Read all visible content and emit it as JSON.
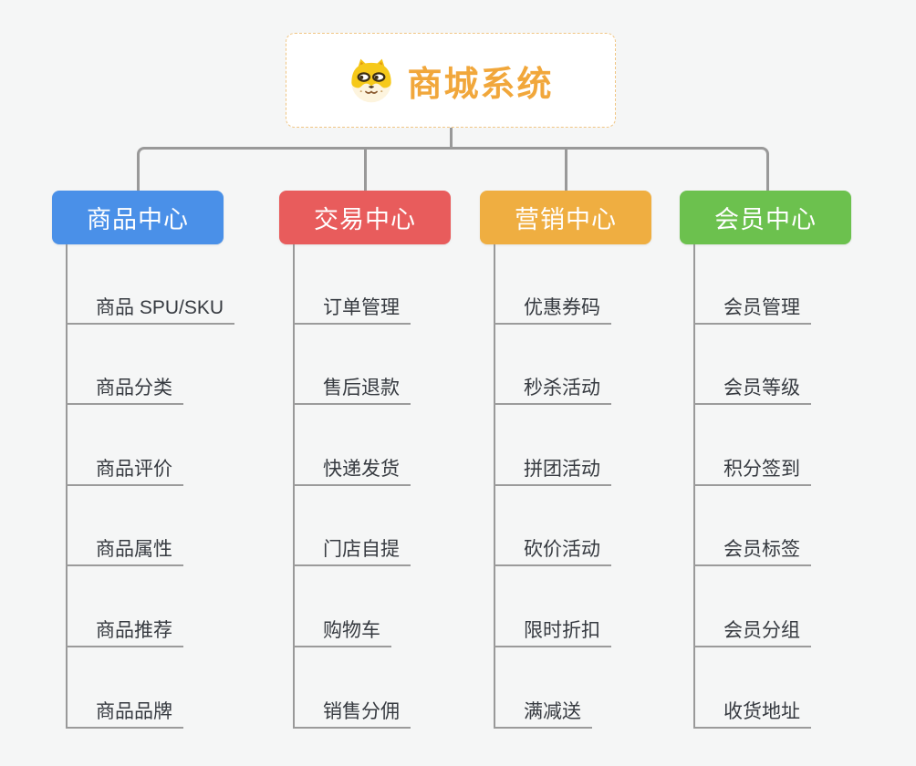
{
  "root": {
    "title": "商城系统",
    "icon": "dog-mascot-icon",
    "border_color": "#f0c684",
    "text_color": "#f1a73b"
  },
  "connector_color": "#999999",
  "branches": [
    {
      "id": "product-center",
      "label": "商品中心",
      "color": "#4a90e8",
      "items": [
        "商品 SPU/SKU",
        "商品分类",
        "商品评价",
        "商品属性",
        "商品推荐",
        "商品品牌"
      ]
    },
    {
      "id": "trade-center",
      "label": "交易中心",
      "color": "#e85c5c",
      "items": [
        "订单管理",
        "售后退款",
        "快递发货",
        "门店自提",
        "购物车",
        "销售分佣"
      ]
    },
    {
      "id": "marketing-center",
      "label": "营销中心",
      "color": "#efae41",
      "items": [
        "优惠券码",
        "秒杀活动",
        "拼团活动",
        "砍价活动",
        "限时折扣",
        "满减送"
      ]
    },
    {
      "id": "member-center",
      "label": "会员中心",
      "color": "#6cc14e",
      "items": [
        "会员管理",
        "会员等级",
        "积分签到",
        "会员标签",
        "会员分组",
        "收货地址"
      ]
    }
  ]
}
